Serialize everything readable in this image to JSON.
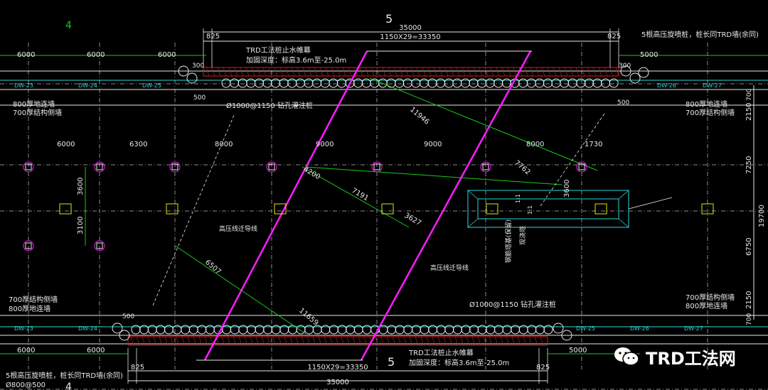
{
  "colors": {
    "white": "#e8e8e8",
    "yellow": "#e6e600",
    "green": "#19c819",
    "cyan": "#2bd9d9",
    "magenta": "#ff1cff",
    "red": "#d21e1e",
    "grid": "#8a8a8a"
  },
  "grid_labels": {
    "g4_top": "4",
    "g4_bot": "4",
    "g5_top": "5",
    "g5_bot": "5"
  },
  "top": {
    "dim_total": "35000",
    "dim_825_left": "825",
    "dim_825_right": "825",
    "dim_span": "1150X29=33350",
    "trd_label": "TRD工法桩止水帷幕",
    "trd_depth": "加固深度：标高3.6m至-25.0m",
    "note_right": "5根高压旋喷桩，桩长同TRD墙(余同)",
    "pile_label": "Ø1000@1150 钻孔灌注桩",
    "wall800": "800厚地连墙",
    "wall700": "700厚结构侧墙",
    "wall800_r": "800厚地连墙",
    "wall700_r": "700厚结构侧墙",
    "d6000_a": "6000",
    "d6000_b": "6000",
    "d6000_c": "6000",
    "d5000_r": "5000",
    "d300_a": "300",
    "d500_a": "500",
    "d300_b": "300",
    "d500_b": "500",
    "zw_left": [
      "DW-23",
      "DW-24",
      "DW-25"
    ],
    "zw_right": [
      "DW-26",
      "DW-27"
    ]
  },
  "middle": {
    "d6000": "6000",
    "d6300": "6300",
    "d8000": "8000",
    "d9000_a": "9000",
    "d9000_b": "9000",
    "d8000_b": "8000",
    "d1730": "1730",
    "d3600": "3600",
    "d3100": "3100",
    "d3600_r": "3600",
    "r_2150_top": "2150",
    "r_7250": "7250",
    "r_19700": "19700",
    "r_6750": "6750",
    "r_2150_bot": "2150",
    "r_700_top": "700",
    "r_700_bot": "700",
    "diag_11946": "11946",
    "diag_7762": "7762",
    "diag_4200": "4200",
    "diag_7191": "7191",
    "diag_3627": "3627",
    "diag_6507": "6507",
    "diag_11659": "11659",
    "wire_left": "高压线迁导线",
    "wire_right": "高压线迁导线",
    "tower_note": "钢筋塔基(保留)",
    "tower_note2": "现浇塔",
    "slope_a": "1:1",
    "slope_b": "1:1"
  },
  "bottom": {
    "wall700": "700厚结构侧墙",
    "wall800": "800厚地连墙",
    "wall700_r": "700厚结构侧墙",
    "wall800_r": "800厚地连墙",
    "pile_label": "Ø1000@1150 钻孔灌注桩",
    "trd_label": "TRD工法桩止水帷幕",
    "trd_depth": "加固深度：标高3.6m至-25.0m",
    "dim_span": "1150X29=33350",
    "dim_total": "35000",
    "dim_825_left": "825",
    "dim_825_right": "825",
    "d6000_a": "6000",
    "d6000_b": "6000",
    "d5000": "5000",
    "d500": "500",
    "note_left": "5根高压旋喷桩，桩长同TRD墙(余同)",
    "pile_small": "Ø800@500",
    "zw_left": [
      "DW-23",
      "DW-24"
    ],
    "zw_right": [
      "DW-25",
      "DW-26",
      "DW-27"
    ]
  },
  "watermark": {
    "text": "TRD工法网",
    "icon": "wechat-logo-icon"
  }
}
